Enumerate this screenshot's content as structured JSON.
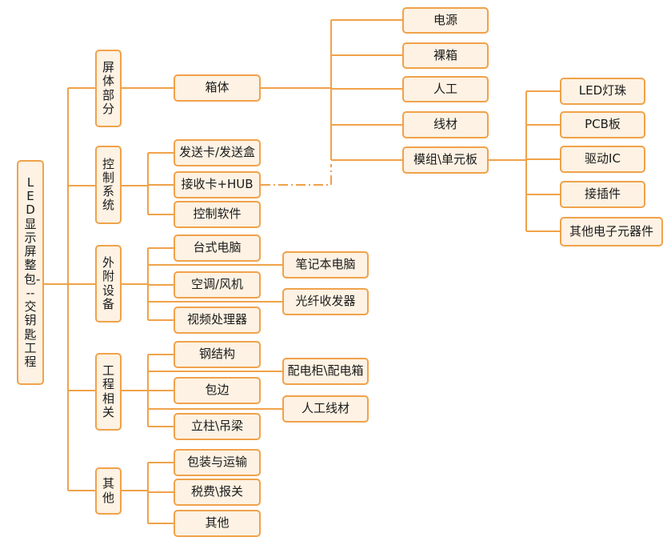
{
  "root": "LED显示屏整包---交钥匙工程",
  "categories": {
    "screen": "屏体部分",
    "control": "控制系统",
    "peripheral": "外附设备",
    "engineering": "工程相关",
    "other": "其他"
  },
  "cabinet": "箱体",
  "cabinet_items": [
    "电源",
    "裸箱",
    "人工",
    "线材",
    "模组\\单元板"
  ],
  "module_items": [
    "LED灯珠",
    "PCB板",
    "驱动IC",
    "接插件",
    "其他电子元器件"
  ],
  "control_items": [
    "发送卡/发送盒",
    "接收卡+HUB",
    "控制软件"
  ],
  "peripheral_items": [
    "台式电脑",
    "空调/风机",
    "视频处理器"
  ],
  "peripheral_side": [
    "笔记本电脑",
    "光纤收发器"
  ],
  "engineering_items": [
    "钢结构",
    "包边",
    "立柱\\吊梁"
  ],
  "engineering_side": [
    "配电柜\\配电箱",
    "人工线材"
  ],
  "other_items": [
    "包装与运输",
    "税费\\报关",
    "其他"
  ],
  "colors": {
    "line": "#f0a24a",
    "fill": "#fdf2e3",
    "text": "#1a1a1a"
  }
}
